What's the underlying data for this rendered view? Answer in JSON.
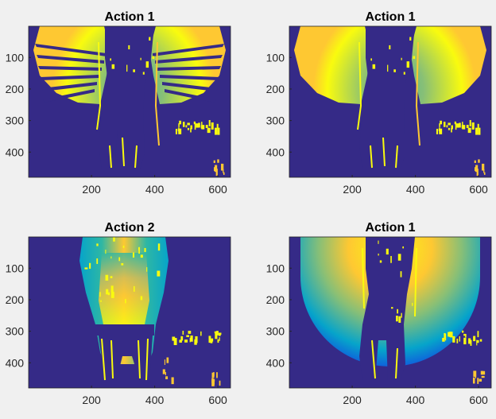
{
  "figure": {
    "background": "#f0f0f0",
    "colormap": [
      "#352a87",
      "#0f5cdd",
      "#1481d6",
      "#06a4ca",
      "#2eb7a4",
      "#87bf77",
      "#d1bb59",
      "#fec832",
      "#f9fb0e"
    ]
  },
  "chart_data": [
    {
      "type": "heatmap",
      "title": "Action 1",
      "xticks": [
        200,
        400,
        600
      ],
      "yticks": [
        100,
        200,
        300,
        400
      ],
      "xlim": [
        1,
        640
      ],
      "ylim": [
        1,
        480
      ],
      "y_reversed": true,
      "pattern": "fan"
    },
    {
      "type": "heatmap",
      "title": "Action 1",
      "xticks": [
        200,
        400,
        600
      ],
      "yticks": [
        100,
        200,
        300,
        400
      ],
      "xlim": [
        1,
        640
      ],
      "ylim": [
        1,
        480
      ],
      "y_reversed": true,
      "pattern": "fan-solid"
    },
    {
      "type": "heatmap",
      "title": "Action 2",
      "xticks": [
        200,
        400,
        600
      ],
      "yticks": [
        100,
        200,
        300,
        400
      ],
      "xlim": [
        1,
        640
      ],
      "ylim": [
        1,
        480
      ],
      "y_reversed": true,
      "pattern": "torso"
    },
    {
      "type": "heatmap",
      "title": "Action 1",
      "xticks": [
        200,
        400,
        600
      ],
      "yticks": [
        100,
        200,
        300,
        400
      ],
      "xlim": [
        1,
        640
      ],
      "ylim": [
        1,
        480
      ],
      "y_reversed": true,
      "pattern": "disk"
    }
  ]
}
